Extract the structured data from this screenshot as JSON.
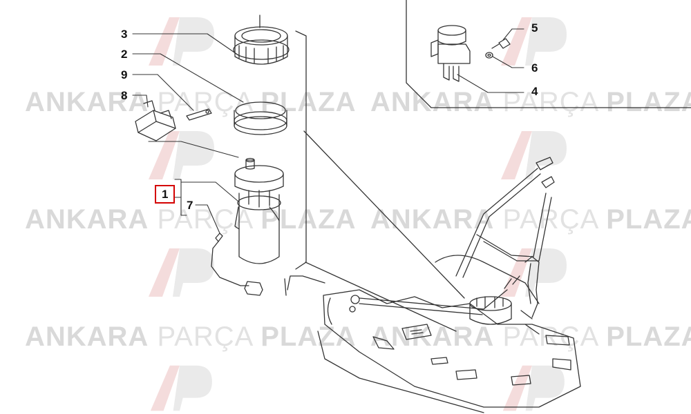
{
  "diagram": {
    "callouts": [
      {
        "id": "3",
        "label": "3"
      },
      {
        "id": "2",
        "label": "2"
      },
      {
        "id": "9",
        "label": "9"
      },
      {
        "id": "8",
        "label": "8"
      },
      {
        "id": "1",
        "label": "1",
        "selected": true
      },
      {
        "id": "7",
        "label": "7"
      },
      {
        "id": "5",
        "label": "5"
      },
      {
        "id": "6",
        "label": "6"
      },
      {
        "id": "4",
        "label": "4"
      }
    ],
    "highlight_color": "#d40000",
    "line_color": "#333333"
  },
  "watermark": {
    "word1": "ANKARA",
    "word2": "PARÇA",
    "word3": "PLAZA",
    "color": "#d9d9d9",
    "logo_accent": "#f2d6d6"
  }
}
